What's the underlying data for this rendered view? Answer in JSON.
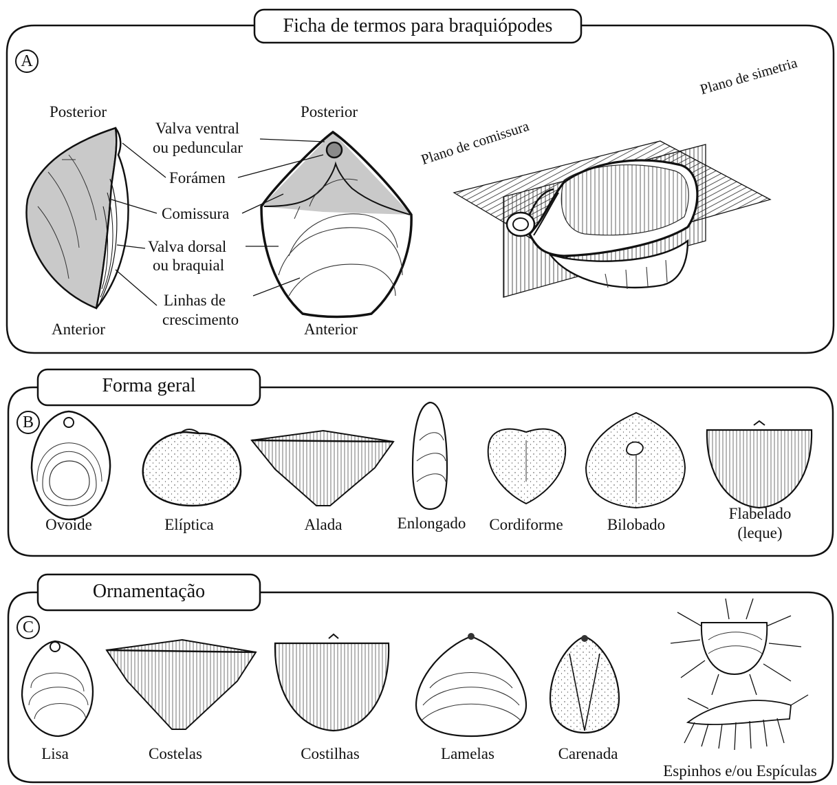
{
  "title": "Ficha de termos para braquiópodes",
  "section_a": {
    "badge": "A",
    "posterior_left": "Posterior",
    "posterior_right": "Posterior",
    "anterior_left": "Anterior",
    "anterior_right": "Anterior",
    "labels": {
      "valva_ventral_1": "Valva ventral",
      "valva_ventral_2": "ou peduncular",
      "foramen": "Forámen",
      "comissura": "Comissura",
      "valva_dorsal_1": "Valva dorsal",
      "valva_dorsal_2": "ou braquial",
      "linhas_1": "Linhas de",
      "linhas_2": "crescimento"
    },
    "plano_comissura": "Plano de comissura",
    "plano_simetria": "Plano de simetria"
  },
  "section_b": {
    "badge": "B",
    "title": "Forma geral",
    "shapes": [
      {
        "label": "Ovoide"
      },
      {
        "label": "Elíptica"
      },
      {
        "label": "Alada"
      },
      {
        "label": "Enlongado"
      },
      {
        "label": "Cordiforme"
      },
      {
        "label": "Bilobado"
      },
      {
        "label": "Flabelado",
        "label2": "(leque)"
      }
    ]
  },
  "section_c": {
    "badge": "C",
    "title": "Ornamentação",
    "types": [
      {
        "label": "Lisa"
      },
      {
        "label": "Costelas"
      },
      {
        "label": "Costilhas"
      },
      {
        "label": "Lamelas"
      },
      {
        "label": "Carenada"
      },
      {
        "label": "Espinhos e/ou Espículas"
      }
    ]
  },
  "colors": {
    "ink": "#111111",
    "valve_fill": "#c9c9c9",
    "foramen_fill": "#8a8a8a"
  }
}
